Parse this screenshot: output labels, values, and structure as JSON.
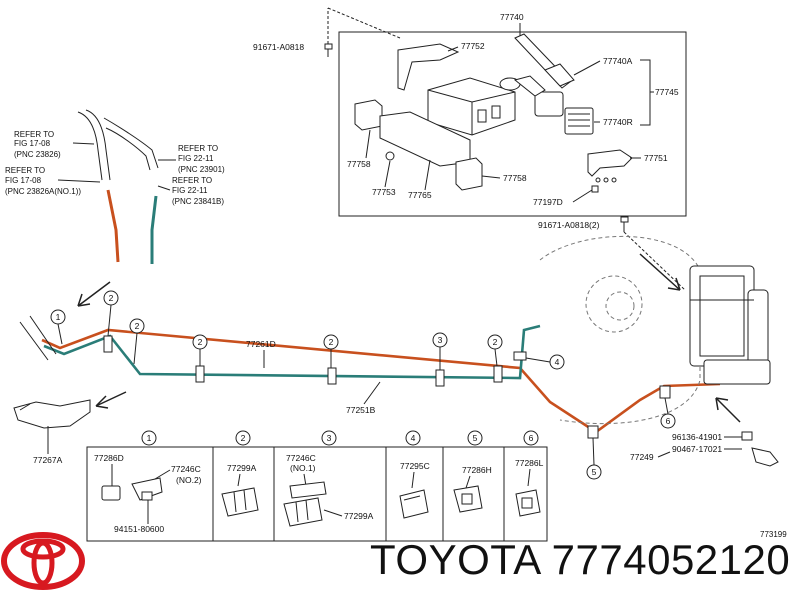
{
  "top_box": {
    "parts": {
      "p77740": "77740",
      "p77752": "77752",
      "p77740A": "77740A",
      "p77745": "77745",
      "p77740R": "77740R",
      "p77751": "77751",
      "p77758a": "77758",
      "p77753": "77753",
      "p77765": "77765",
      "p77758b": "77758",
      "p77197D": "77197D"
    },
    "bolt_top": "91671-A0818",
    "bolt_bottom": "91671-A0818(2)"
  },
  "refs": [
    {
      "line1": "REFER TO",
      "line2": "FIG 17-08",
      "line3": "(PNC 23826)"
    },
    {
      "line1": "REFER TO",
      "line2": "FIG 17-08",
      "line3": "(PNC 23826A(NO.1))"
    },
    {
      "line1": "REFER TO",
      "line2": "FIG 22-11",
      "line3": "(PNC 23901)"
    },
    {
      "line1": "REFER TO",
      "line2": "FIG 22-11",
      "line3": "(PNC 23841B)"
    }
  ],
  "lines": {
    "p77261D": "77261D",
    "p77251B": "77251B",
    "p77267A": "77267A"
  },
  "circles": [
    "1",
    "2",
    "2",
    "2",
    "2",
    "3",
    "2",
    "4",
    "5",
    "6"
  ],
  "right_parts": {
    "p96136": "96136-41901",
    "p77249": "77249",
    "p90467": "90467-17021"
  },
  "legend": {
    "cells": [
      {
        "num": "1",
        "parts": [
          "77286D",
          "77246C",
          "(NO.2)",
          "94151-80600"
        ]
      },
      {
        "num": "2",
        "parts": [
          "77299A"
        ]
      },
      {
        "num": "3",
        "parts": [
          "77246C",
          "(NO.1)",
          "77299A"
        ]
      },
      {
        "num": "4",
        "parts": [
          "77295C"
        ]
      },
      {
        "num": "5",
        "parts": [
          "77286H"
        ]
      },
      {
        "num": "6",
        "parts": [
          "77286L"
        ]
      }
    ]
  },
  "figure_id": "773199",
  "brand_text": "TOYOTA 7774052120",
  "colors": {
    "brand_red": "#d71920",
    "line_orange": "#c8501e",
    "line_teal": "#2a7d78",
    "ink": "#222222"
  }
}
